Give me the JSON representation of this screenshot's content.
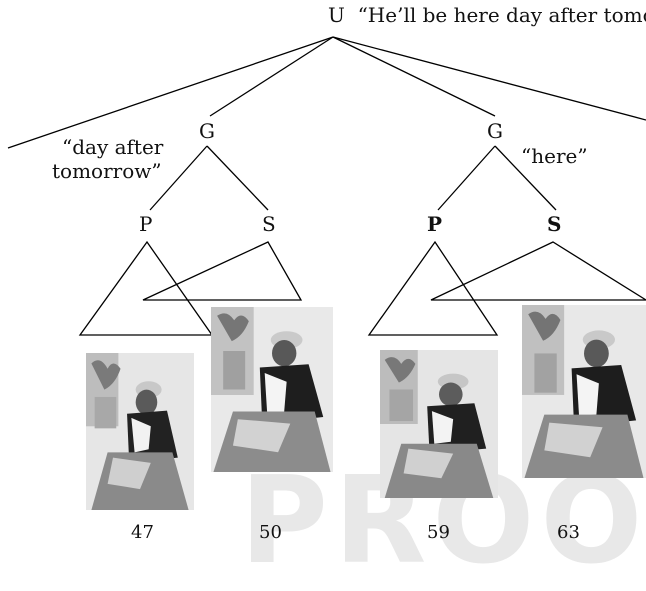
{
  "root": {
    "label": "U",
    "quote": "“He’ll be here day after tomorr"
  },
  "left_group": {
    "label": "G",
    "quote_line1": "“day after",
    "quote_line2": "tomorrow”",
    "p_label": "P",
    "s_label": "S"
  },
  "right_group": {
    "label": "G",
    "quote": "“here”",
    "p_label": "P",
    "s_label": "S"
  },
  "frames": [
    "47",
    "50",
    "59",
    "63"
  ],
  "watermark": "PROOFS",
  "colors": {
    "line": "#000000",
    "background": "#ffffff",
    "photo_light": "#e4e4e4",
    "photo_dark": "#1a1a1a"
  }
}
